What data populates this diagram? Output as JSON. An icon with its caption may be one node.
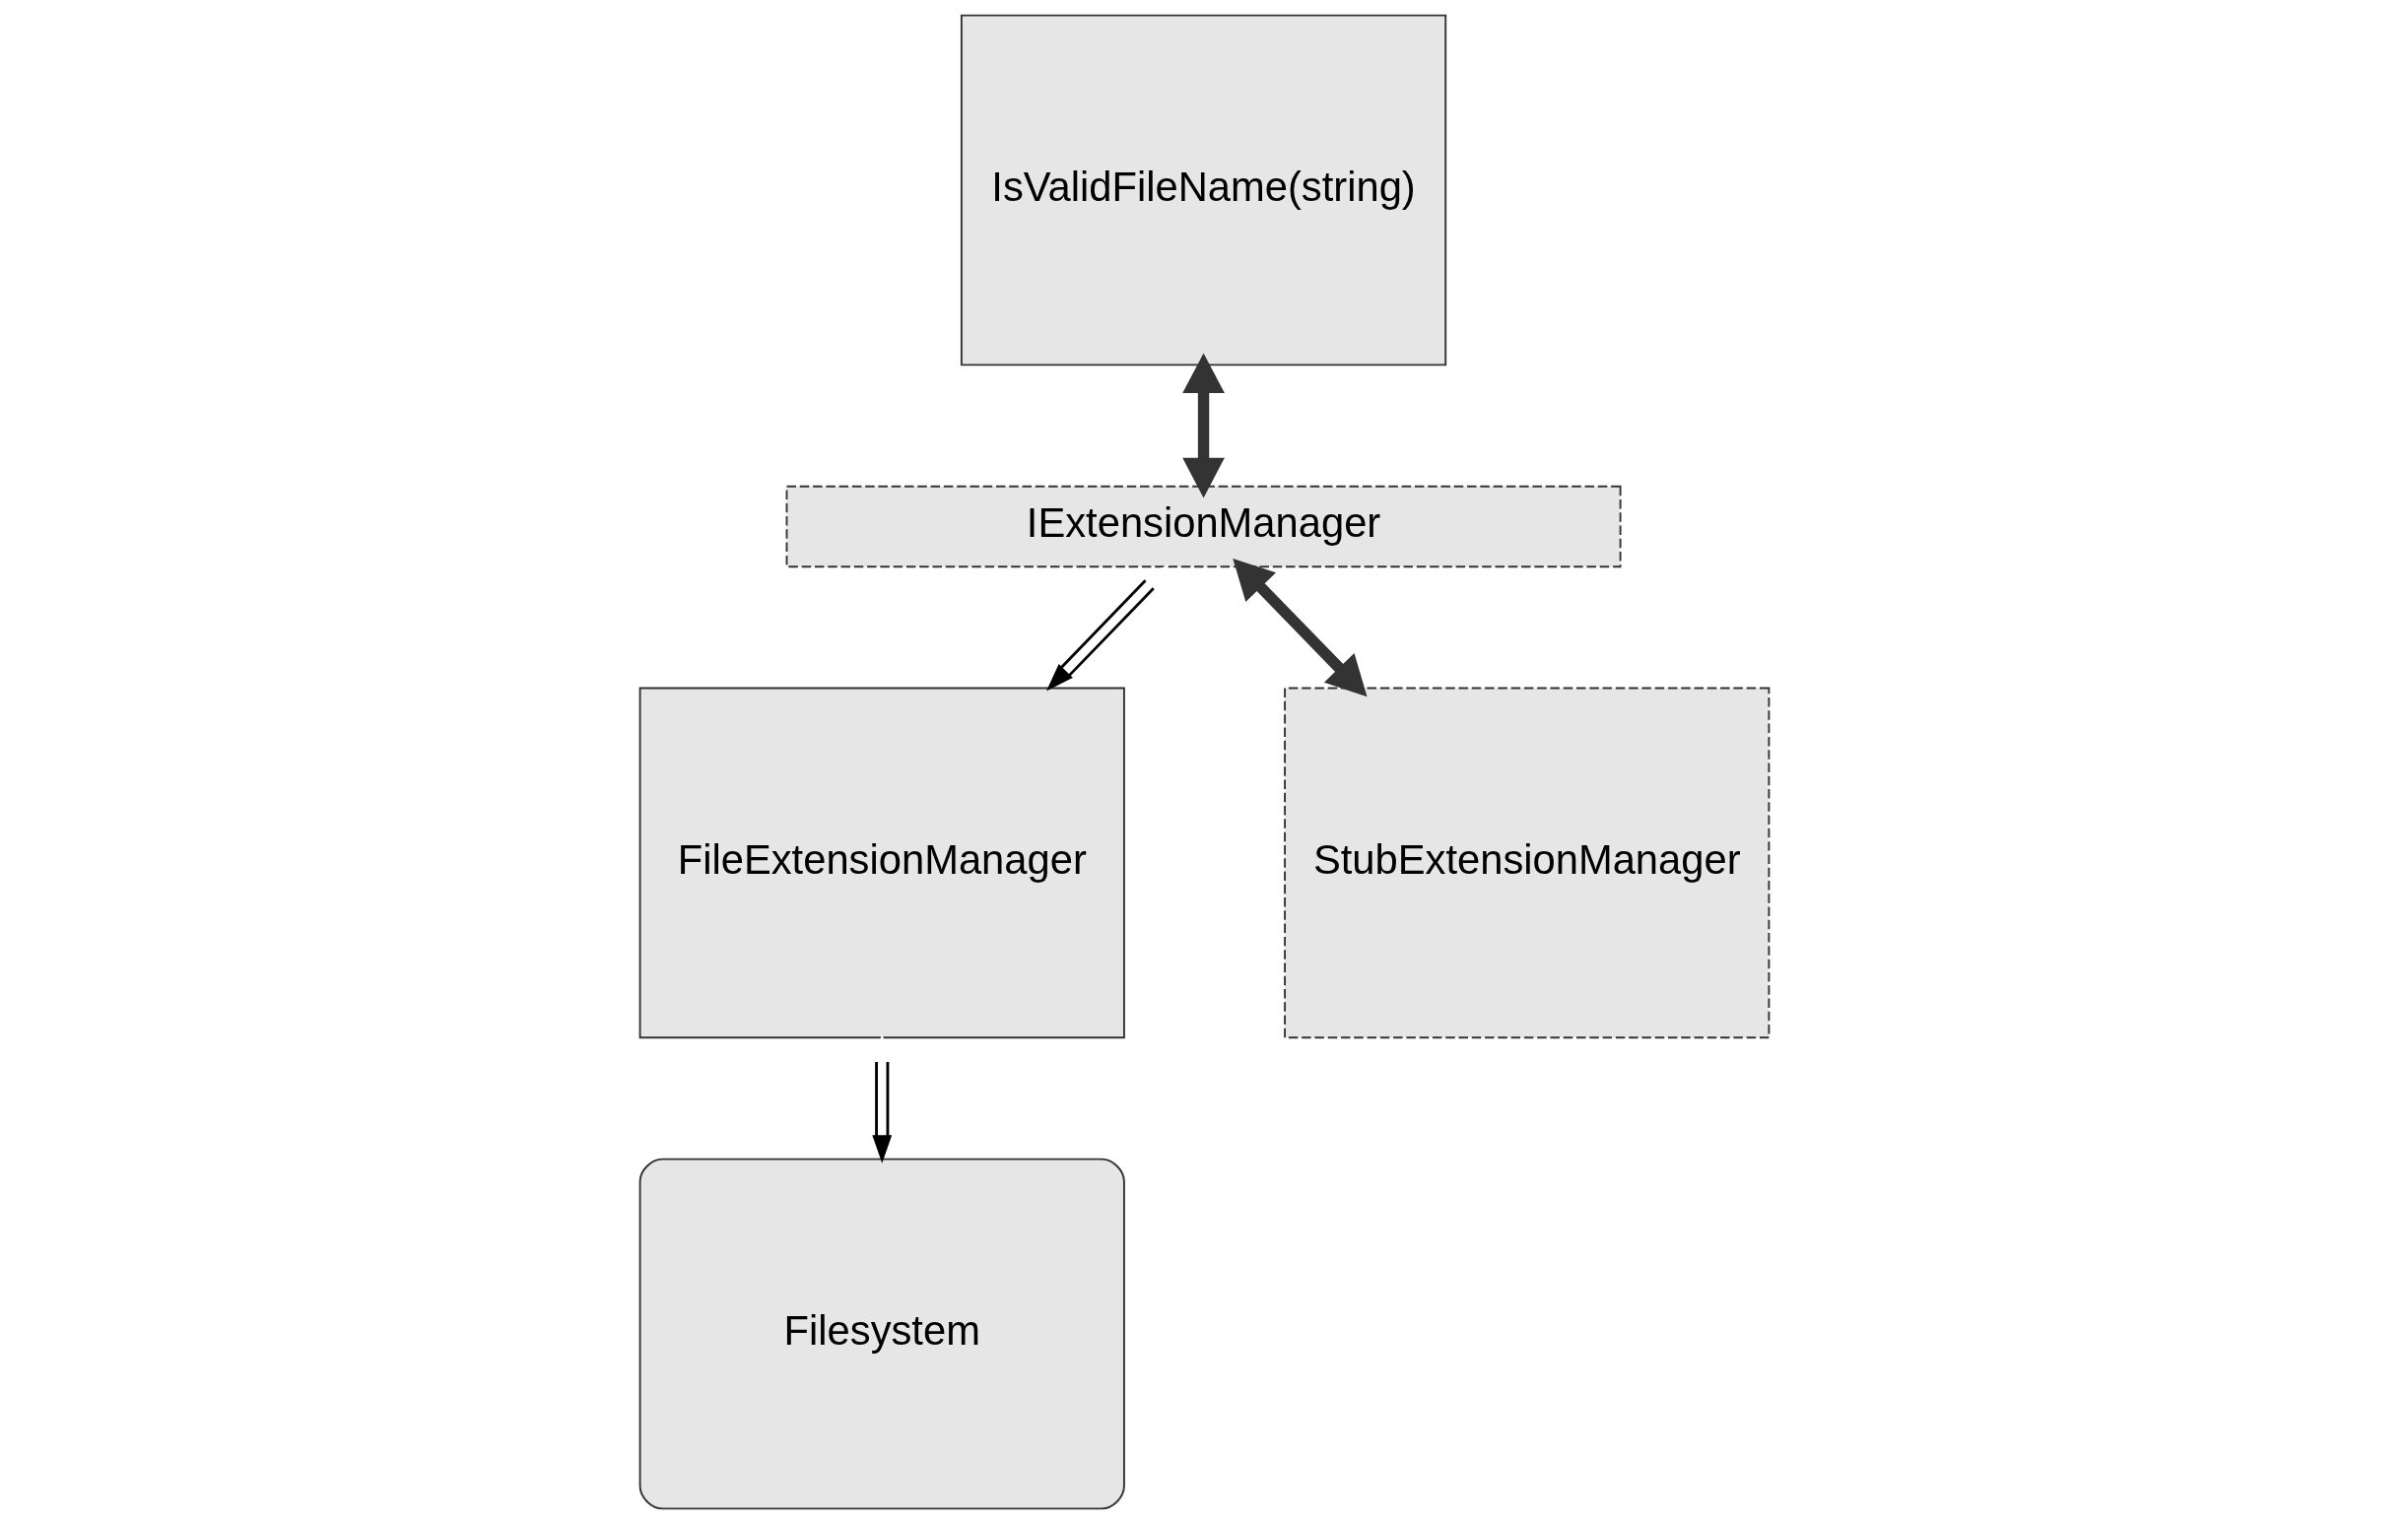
{
  "diagram": {
    "nodes": [
      {
        "text": [
          "IsValidFileName(string)"
        ]
      },
      {
        "text": [
          "IExtensionManager"
        ]
      },
      {
        "text": [
          "StubExtensionManager"
        ]
      },
      {
        "text": [
          "FileExtensionManager"
        ]
      },
      {
        "text": [
          "Filesystem"
        ]
      }
    ],
    "edges": [
      {
        "from": 0,
        "to": 1,
        "arrow": "both",
        "style": "thick",
        "color": "#333333"
      },
      {
        "from": 2,
        "to": 1,
        "arrow": "both",
        "style": "thick",
        "color": "#333333"
      },
      {
        "from": 1,
        "to": 3,
        "arrow": "both"
      },
      {
        "from": 4,
        "to": 3,
        "arrow": "both"
      }
    ]
  }
}
